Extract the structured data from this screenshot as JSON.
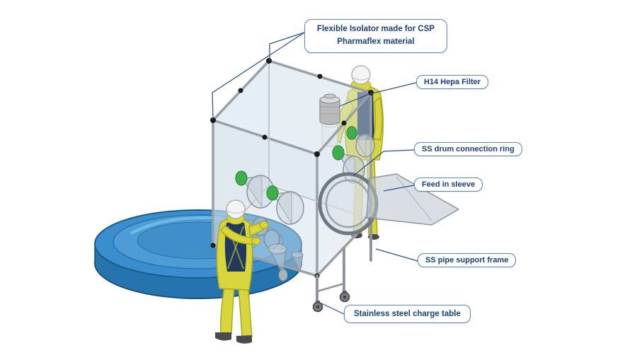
{
  "callouts": {
    "isolator": {
      "line1": "Flexible Isolator made for CSP",
      "line2": "Pharmaflex material"
    },
    "hepa": {
      "label": "H14 Hepa Filter"
    },
    "drum_ring": {
      "label": "SS drum connection ring"
    },
    "feed_sleeve": {
      "label": "Feed in sleeve"
    },
    "support_frame": {
      "label": "SS pipe support frame"
    },
    "charge_table": {
      "label": "Stainless steel charge table"
    }
  },
  "colors": {
    "callout_border": "#5a83c0",
    "callout_text": "#1b3f7a",
    "leader_line": "#2d4e87",
    "drum_blue": "#2f86c6",
    "drum_blue_dark": "#1d639c",
    "suit_yellow": "#d8d63a",
    "vest_navy": "#21395c",
    "glove_green": "#3faf4c",
    "frame_gray": "#9aa0a8",
    "glass_tint": "#cfdeea"
  }
}
